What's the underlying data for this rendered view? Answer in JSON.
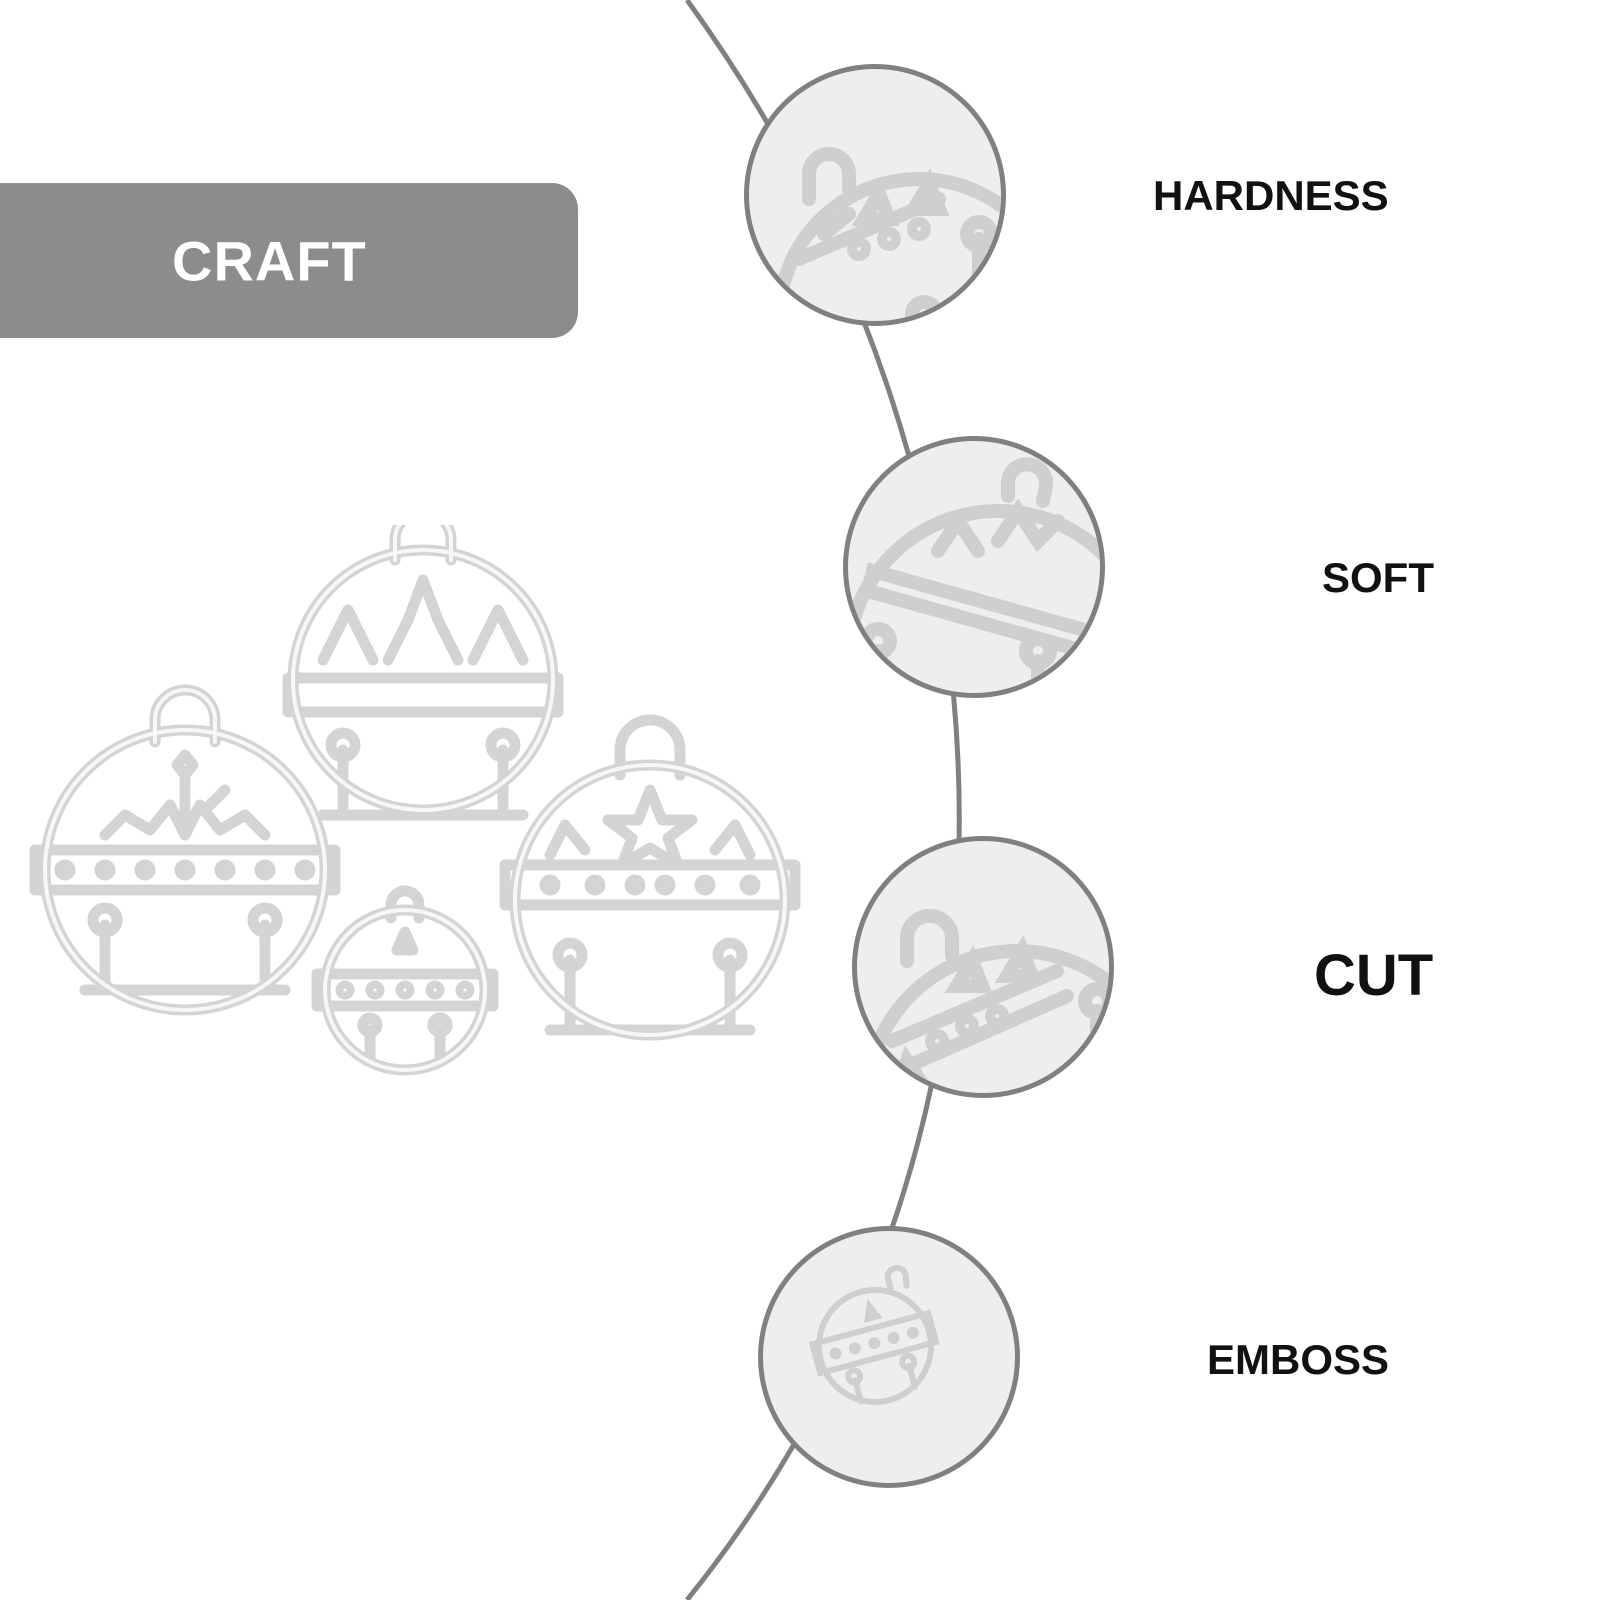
{
  "banner": {
    "label": "CRAFT"
  },
  "features": [
    {
      "label": "HARDNESS",
      "icon": "bell-die-closeup-icon"
    },
    {
      "label": "SOFT",
      "icon": "bell-die-flexed-icon"
    },
    {
      "label": "CUT",
      "icon": "bell-die-cut-icon"
    },
    {
      "label": "EMBOSS",
      "icon": "small-bell-die-icon"
    }
  ],
  "colors": {
    "banner": "#8c8c8c",
    "arc": "#808080",
    "circle_fill": "#eeeeee",
    "die_metal": "#d9d9d9",
    "label_text": "#111111"
  },
  "products": [
    {
      "icon": "snowflake-bell-die-icon"
    },
    {
      "icon": "diamond-bell-die-icon"
    },
    {
      "icon": "mini-star-bell-die-icon"
    },
    {
      "icon": "star-bell-die-icon"
    }
  ]
}
